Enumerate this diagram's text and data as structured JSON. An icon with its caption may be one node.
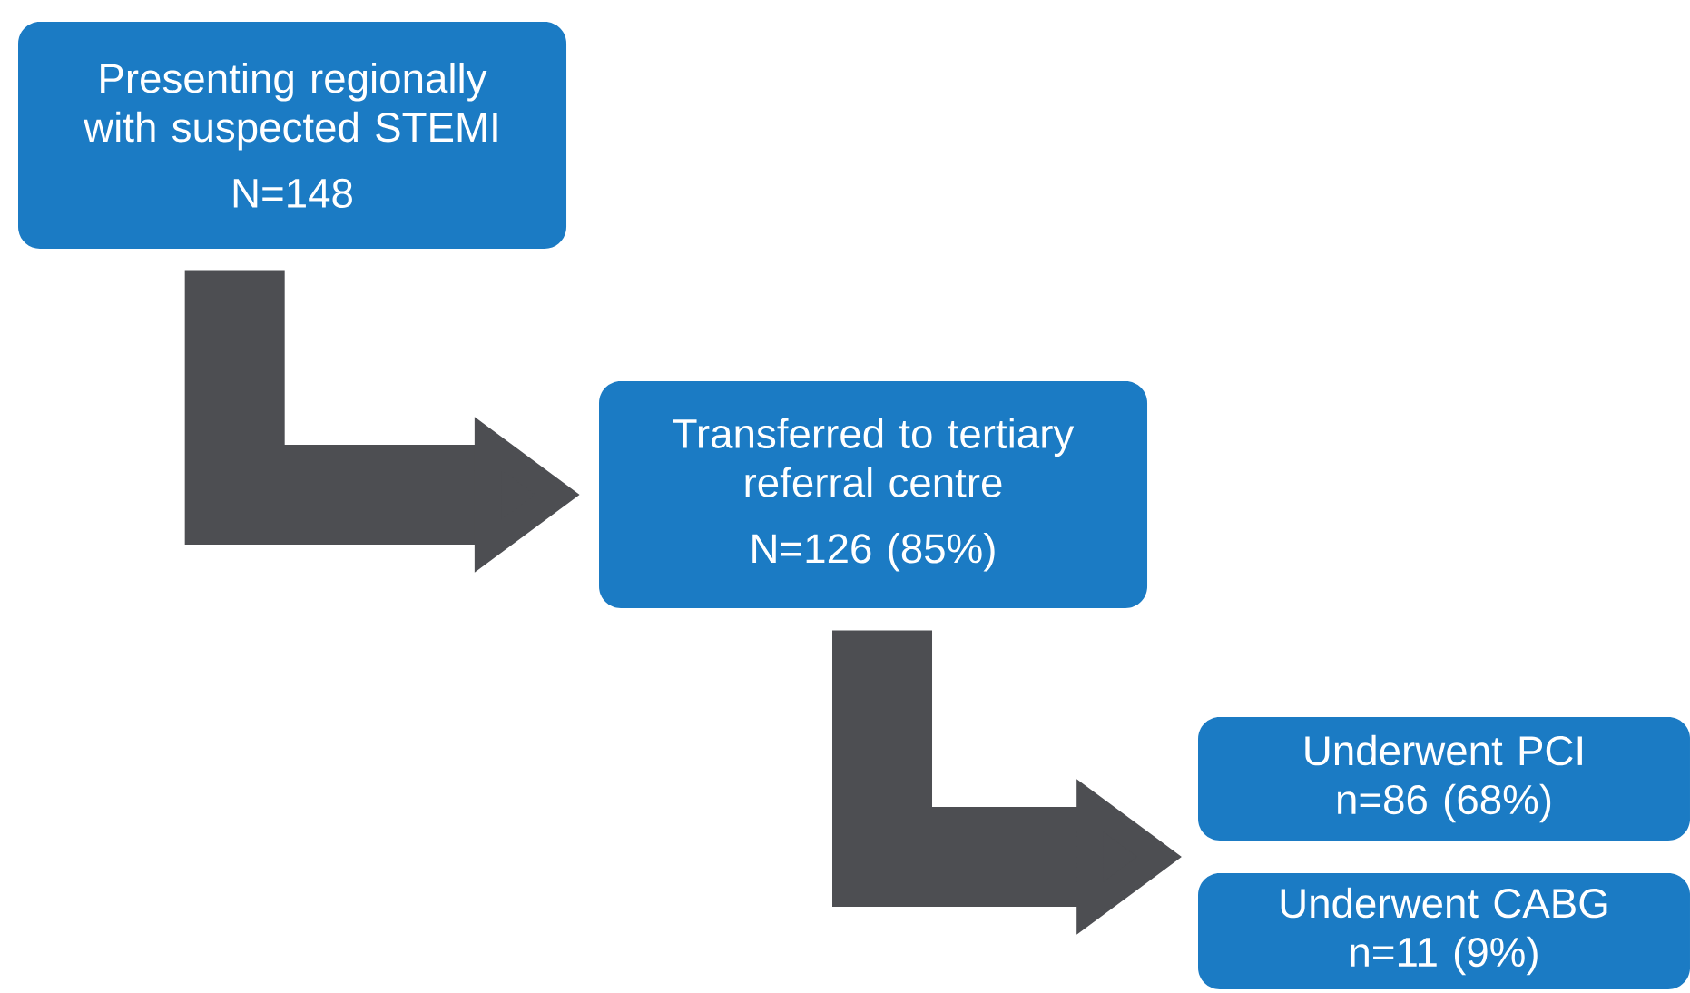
{
  "diagram": {
    "nodes": [
      {
        "text": [
          "Presenting regionally with suspected STEMI",
          "N=148"
        ]
      },
      {
        "text": [
          "Transferred to tertiary referral centre",
          "N=126 (85%)"
        ]
      },
      {
        "text": [
          "Underwent PCI",
          "n=86 (68%)"
        ]
      },
      {
        "text": [
          "Underwent CABG",
          "n=11 (9%)"
        ]
      }
    ],
    "edges": [
      {
        "from": 0,
        "to": 1,
        "arrow": "to"
      },
      {
        "from": 1,
        "to": 2,
        "arrow": "to"
      },
      {
        "from": 1,
        "to": 3,
        "arrow": "to"
      }
    ]
  }
}
